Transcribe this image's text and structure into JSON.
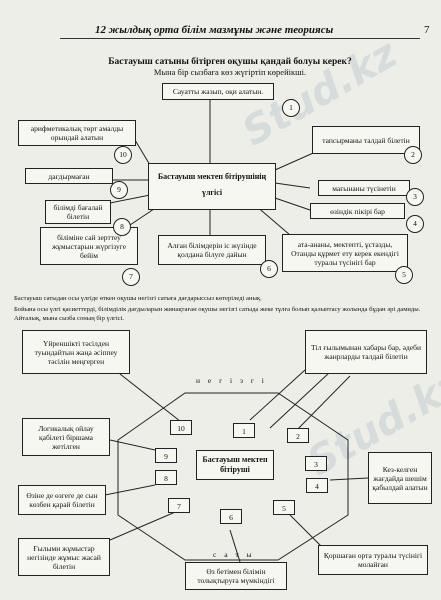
{
  "header": {
    "title": "12 жылдық орта білім мазмұны және теориясы",
    "page_number": "7"
  },
  "diagram1": {
    "title": "Бастауыш сатыны бітірген оқушы қандай болуы керек?",
    "subtitle": "Мына бір сызбаға көз жүгіртіп көрейікші.",
    "center": {
      "line1": "Бастауыш мектеп бітірушінің",
      "line2": "үлгісі"
    },
    "items": [
      {
        "num": "1",
        "text": "Сауатты жазып, оқи алатын."
      },
      {
        "num": "2",
        "text": "тапсырманы талдай білетін"
      },
      {
        "num": "3",
        "text": "мағынаны түсінетін"
      },
      {
        "num": "4",
        "text": "өзіндік пікірі бар"
      },
      {
        "num": "5",
        "text": "ата-ананы, мектепті, ұстазды, Отанды құрмет ету керек екендігі туралы түсінігі бар"
      },
      {
        "num": "6",
        "text": "Алған білімдерін іс жүзінде қолдана білуге дайын"
      },
      {
        "num": "7",
        "text": "біліміне сай зерттеу жұмыстарын жүргізуге бейім"
      },
      {
        "num": "8",
        "text": "білімді бағалай білетін"
      },
      {
        "num": "9",
        "text": "дағдырмаған"
      },
      {
        "num": "10",
        "text": "арифметикалық төрт амалды орындай алатын"
      }
    ]
  },
  "paragraph": {
    "line1": "Бастауыш сатыдан осы үлгіде өткен оқушы негізгі сатыға дағдарыссыз көтеріледі анық.",
    "line2": "Бойына осы үлгі қасиеттерді, білімділік дағдыларын жинақтаған оқушы негізгі сатыда жеке тұлға болып қалыптасу жолында бұдан әрі дамиды. Айталық, мына сызба соның бір үлгісі."
  },
  "diagram2": {
    "center": {
      "line1": "Бастауыш мектеп",
      "line2": "бітіруші"
    },
    "top_label": "н е г і з г і",
    "bottom_label": "с а т ы",
    "numbers": [
      "1",
      "2",
      "3",
      "4",
      "5",
      "6",
      "7",
      "8",
      "9",
      "10"
    ],
    "outer": [
      "Үйреншікті тәсілден туындайтын жаңа әсіппеу тәсілін меңгерген",
      "Тіл ғылымынан хабары бар, әдеби жанрларды талдай білетін",
      "Логикалық ойлау қабілеті біршама жетілген",
      "Кез-келген жағдайда шешім қабылдай алатын",
      "Өзіне де өзгеге де сын көзбен қарай білетін",
      "Ғылыми жұмыстар негізінде жұмыс жасай білетін",
      "Өз бетімен білімін толықтыруға мүмкіндігі",
      "Қоршаған орта туралы түсінігі молайған"
    ]
  },
  "watermark": {
    "text": "Stud.kz"
  }
}
